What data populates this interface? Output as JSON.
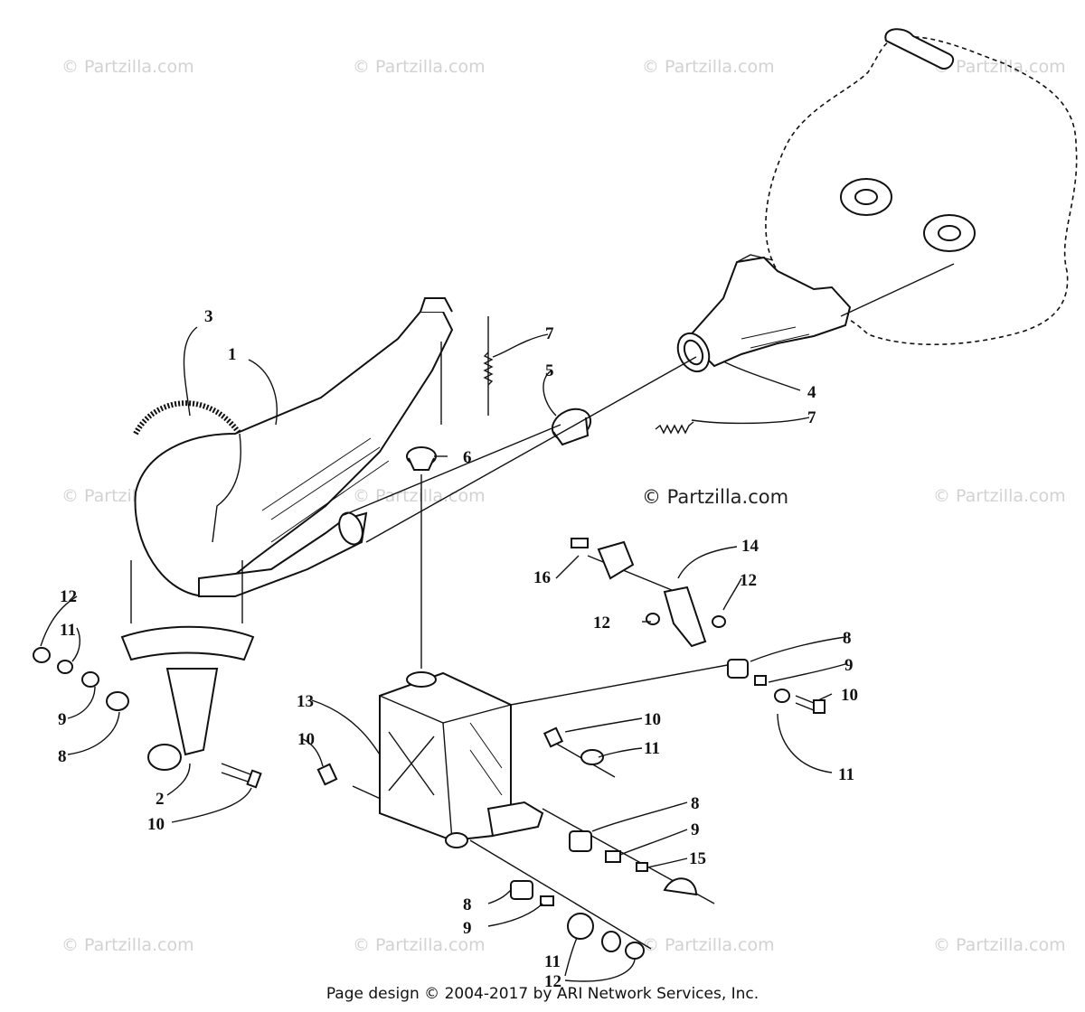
{
  "watermark_text": "© Partzilla.com",
  "main_watermark": "© Partzilla.com",
  "footer": "Page design © 2004-2017 by ARI Network Services, Inc.",
  "callouts": {
    "c1": "1",
    "c2": "2",
    "c3": "3",
    "c4": "4",
    "c5": "5",
    "c6": "6",
    "c7a": "7",
    "c7b": "7",
    "c8a": "8",
    "c8b": "8",
    "c8c": "8",
    "c8d": "8",
    "c9a": "9",
    "c9b": "9",
    "c9c": "9",
    "c9d": "9",
    "c10a": "10",
    "c10b": "10",
    "c10c": "10",
    "c10d": "10",
    "c11a": "11",
    "c11b": "11",
    "c11c": "11",
    "c11d": "11",
    "c12a": "12",
    "c12b": "12",
    "c12c": "12",
    "c12d": "12",
    "c13": "13",
    "c14": "14",
    "c15": "15",
    "c16": "16"
  }
}
